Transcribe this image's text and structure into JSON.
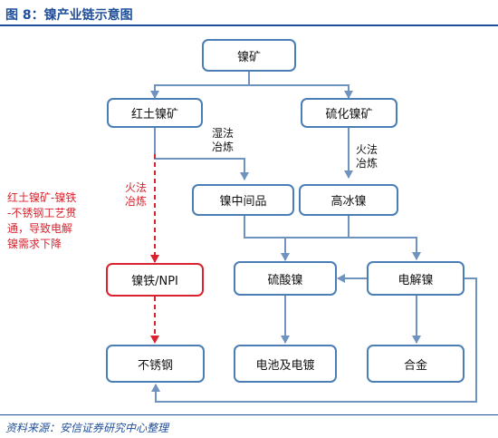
{
  "header": {
    "title": "图 8：镍产业链示意图"
  },
  "footer": {
    "source": "资料来源：安信证券研究中心整理"
  },
  "nodes": {
    "nickel_ore": "镍矿",
    "laterite_ore": "红土镍矿",
    "sulfide_ore": "硫化镍矿",
    "intermediate": "镍中间品",
    "matte": "高冰镍",
    "npi": "镍铁/NPI",
    "nickel_sulfate": "硫酸镍",
    "electrolytic": "电解镍",
    "stainless": "不锈钢",
    "battery": "电池及电镀",
    "alloy": "合金"
  },
  "labels": {
    "hydro_line1": "湿法",
    "hydro_line2": "冶炼",
    "pyro_line1": "火法",
    "pyro_line2": "冶炼",
    "pyro_red_line1": "火法",
    "pyro_red_line2": "冶炼"
  },
  "note": {
    "lines": [
      "红土镍矿-镍铁",
      "-不锈钢工艺贯",
      "通，导致电解",
      "镍需求下降"
    ]
  },
  "colors": {
    "accent": "#1f4e9a",
    "box_border": "#4a7eb5",
    "arrow": "#6f93bf",
    "highlight": "#d9232e"
  }
}
